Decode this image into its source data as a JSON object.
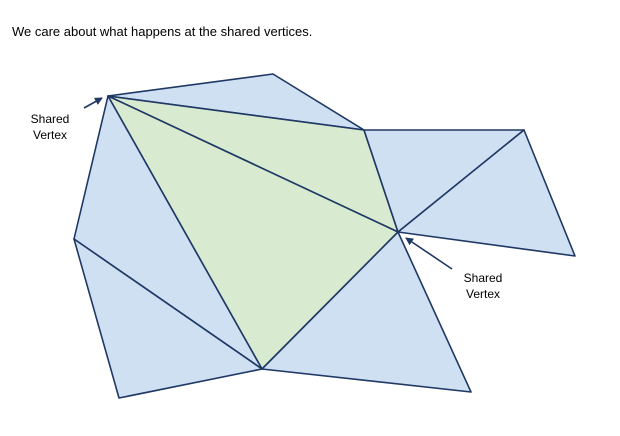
{
  "caption": "We care about what happens at the shared vertices.",
  "labels": {
    "left": {
      "line1": "Shared",
      "line2": "Vertex"
    },
    "right": {
      "line1": "Shared",
      "line2": "Vertex"
    }
  },
  "colors": {
    "triangle_fill": "#cfe0f3",
    "highlight_fill": "#d8ead0",
    "edge": "#1f3864"
  }
}
